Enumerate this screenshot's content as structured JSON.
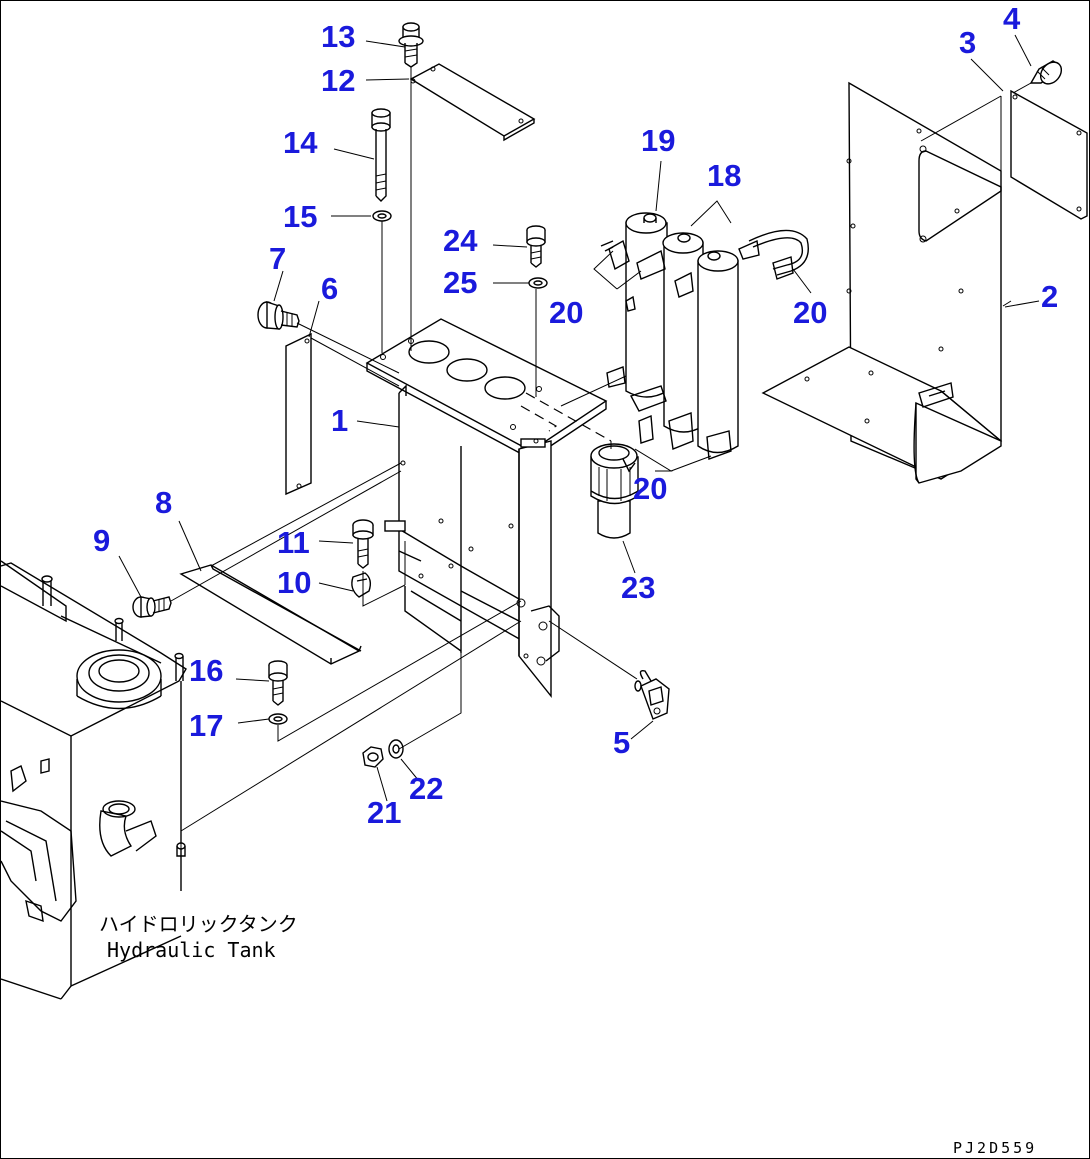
{
  "colors": {
    "callout": "#1a1adc",
    "line": "#000000",
    "background": "#ffffff"
  },
  "callouts": {
    "c1": "1",
    "c2": "2",
    "c3": "3",
    "c4": "4",
    "c5": "5",
    "c6": "6",
    "c7": "7",
    "c8": "8",
    "c9": "9",
    "c10": "10",
    "c11": "11",
    "c12": "12",
    "c13": "13",
    "c14": "14",
    "c15": "15",
    "c16": "16",
    "c17": "17",
    "c18": "18",
    "c19": "19",
    "c20a": "20",
    "c20b": "20",
    "c20c": "20",
    "c21": "21",
    "c22": "22",
    "c23": "23",
    "c24": "24",
    "c25": "25"
  },
  "tank_label_jp": "ハイドロリックタンク",
  "tank_label_en": "Hydraulic Tank",
  "doc_code": "PJ2D559"
}
